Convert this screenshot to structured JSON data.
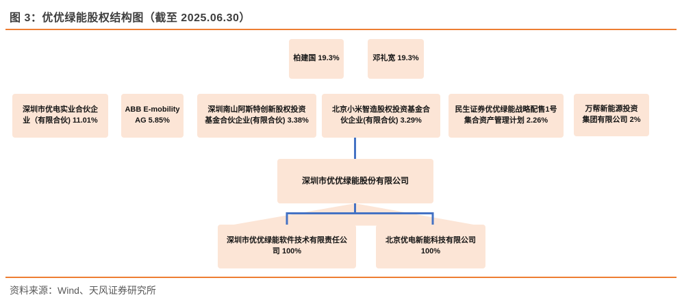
{
  "header": {
    "title": "图 3：优优绿能股权结构图（截至 2025.06.30）"
  },
  "footer": {
    "source": "资料来源：Wind、天风证券研究所"
  },
  "colors": {
    "box_fill": "#fce5d6",
    "connector_blue": "#4472c4",
    "accent_orange": "#ed7d31",
    "title_text": "#3d3d3d",
    "footer_text": "#595959"
  },
  "diagram": {
    "persons": [
      {
        "label": "柏建国 19.3%"
      },
      {
        "label": "邓礼宽 19.3%"
      }
    ],
    "shareholders": [
      {
        "label": "深圳市优电实业合伙企\n业（有限合伙) 11.01%"
      },
      {
        "label": "ABB E-mobility\nAG 5.85%"
      },
      {
        "label": "深圳南山阿斯特创新股权投资\n基金合伙企业(有限合伙) 3.38%"
      },
      {
        "label": "北京小米智造股权投资基金合\n伙企业(有限合伙) 3.29%"
      },
      {
        "label": "民生证券优优绿能战略配售1号\n集合资产管理计划 2.26%"
      },
      {
        "label": "万帮新能源投资\n集团有限公司 2%"
      }
    ],
    "company": {
      "label": "深圳市优优绿能股份有限公司"
    },
    "subsidiaries": [
      {
        "label": "深圳市优优绿能软件技术有限责任公\n司 100%"
      },
      {
        "label": "北京优电新能科技有限公司\n100%"
      }
    ]
  }
}
